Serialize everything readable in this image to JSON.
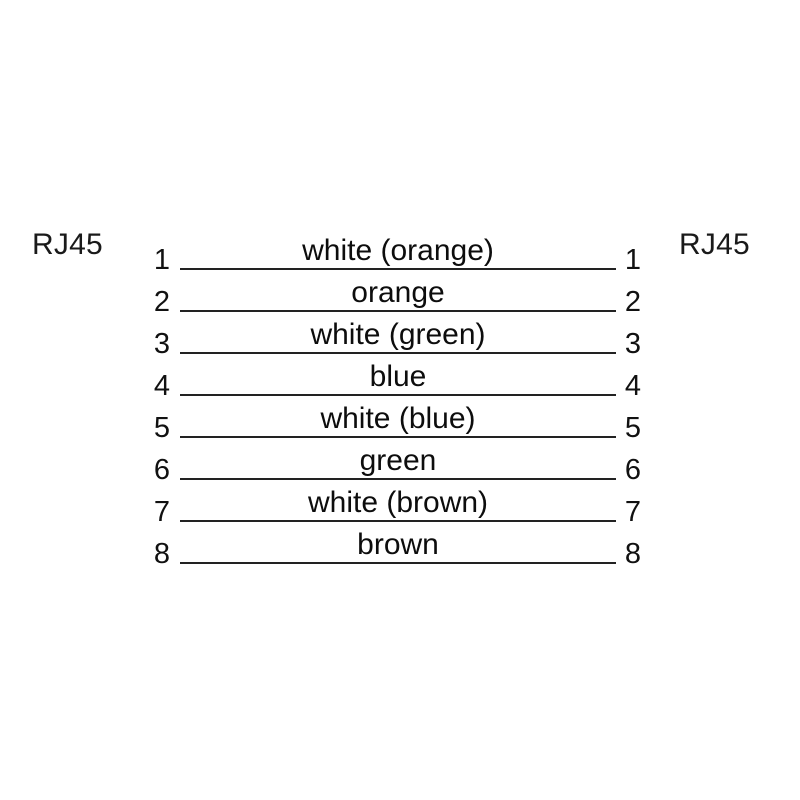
{
  "diagram": {
    "type": "rj45-straight-through-wiring",
    "left_connector": {
      "label": "RJ45"
    },
    "right_connector": {
      "label": "RJ45"
    },
    "rows": [
      {
        "left_pin": "1",
        "right_pin": "1",
        "wire": "white (orange)"
      },
      {
        "left_pin": "2",
        "right_pin": "2",
        "wire": "orange"
      },
      {
        "left_pin": "3",
        "right_pin": "3",
        "wire": "white (green)"
      },
      {
        "left_pin": "4",
        "right_pin": "4",
        "wire": "blue"
      },
      {
        "left_pin": "5",
        "right_pin": "5",
        "wire": "white (blue)"
      },
      {
        "left_pin": "6",
        "right_pin": "6",
        "wire": "green"
      },
      {
        "left_pin": "7",
        "right_pin": "7",
        "wire": "white (brown)"
      },
      {
        "left_pin": "8",
        "right_pin": "8",
        "wire": "brown"
      }
    ],
    "colors": {
      "background": "#ffffff",
      "line": "#222222",
      "text": "#111111"
    }
  }
}
